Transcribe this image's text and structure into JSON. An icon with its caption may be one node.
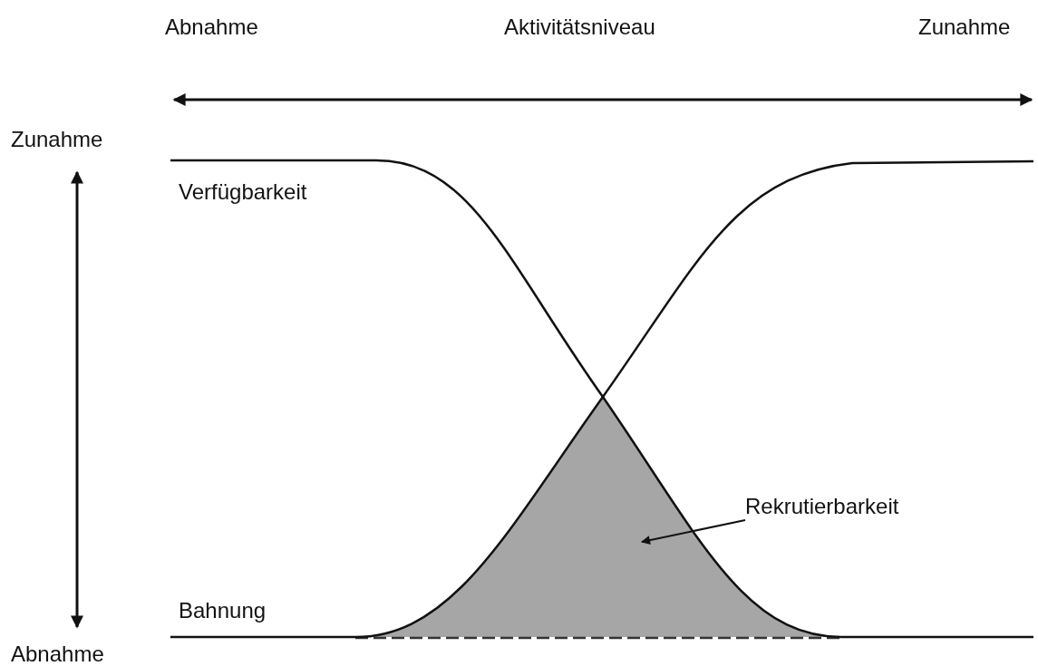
{
  "diagram": {
    "nodes": [
      {
        "text": [
          "Rekrutierbarkeit"
        ]
      },
      {
        "text": [],
        "shape": "region"
      }
    ],
    "edges": [
      {
        "from": 0,
        "to": 1,
        "arrow": "to"
      }
    ],
    "labels": [
      "Abnahme",
      "Aktivitätsniveau",
      "Zunahme",
      "Zunahme",
      "Verfügbarkeit",
      "Bahnung",
      "Abnahme"
    ]
  }
}
